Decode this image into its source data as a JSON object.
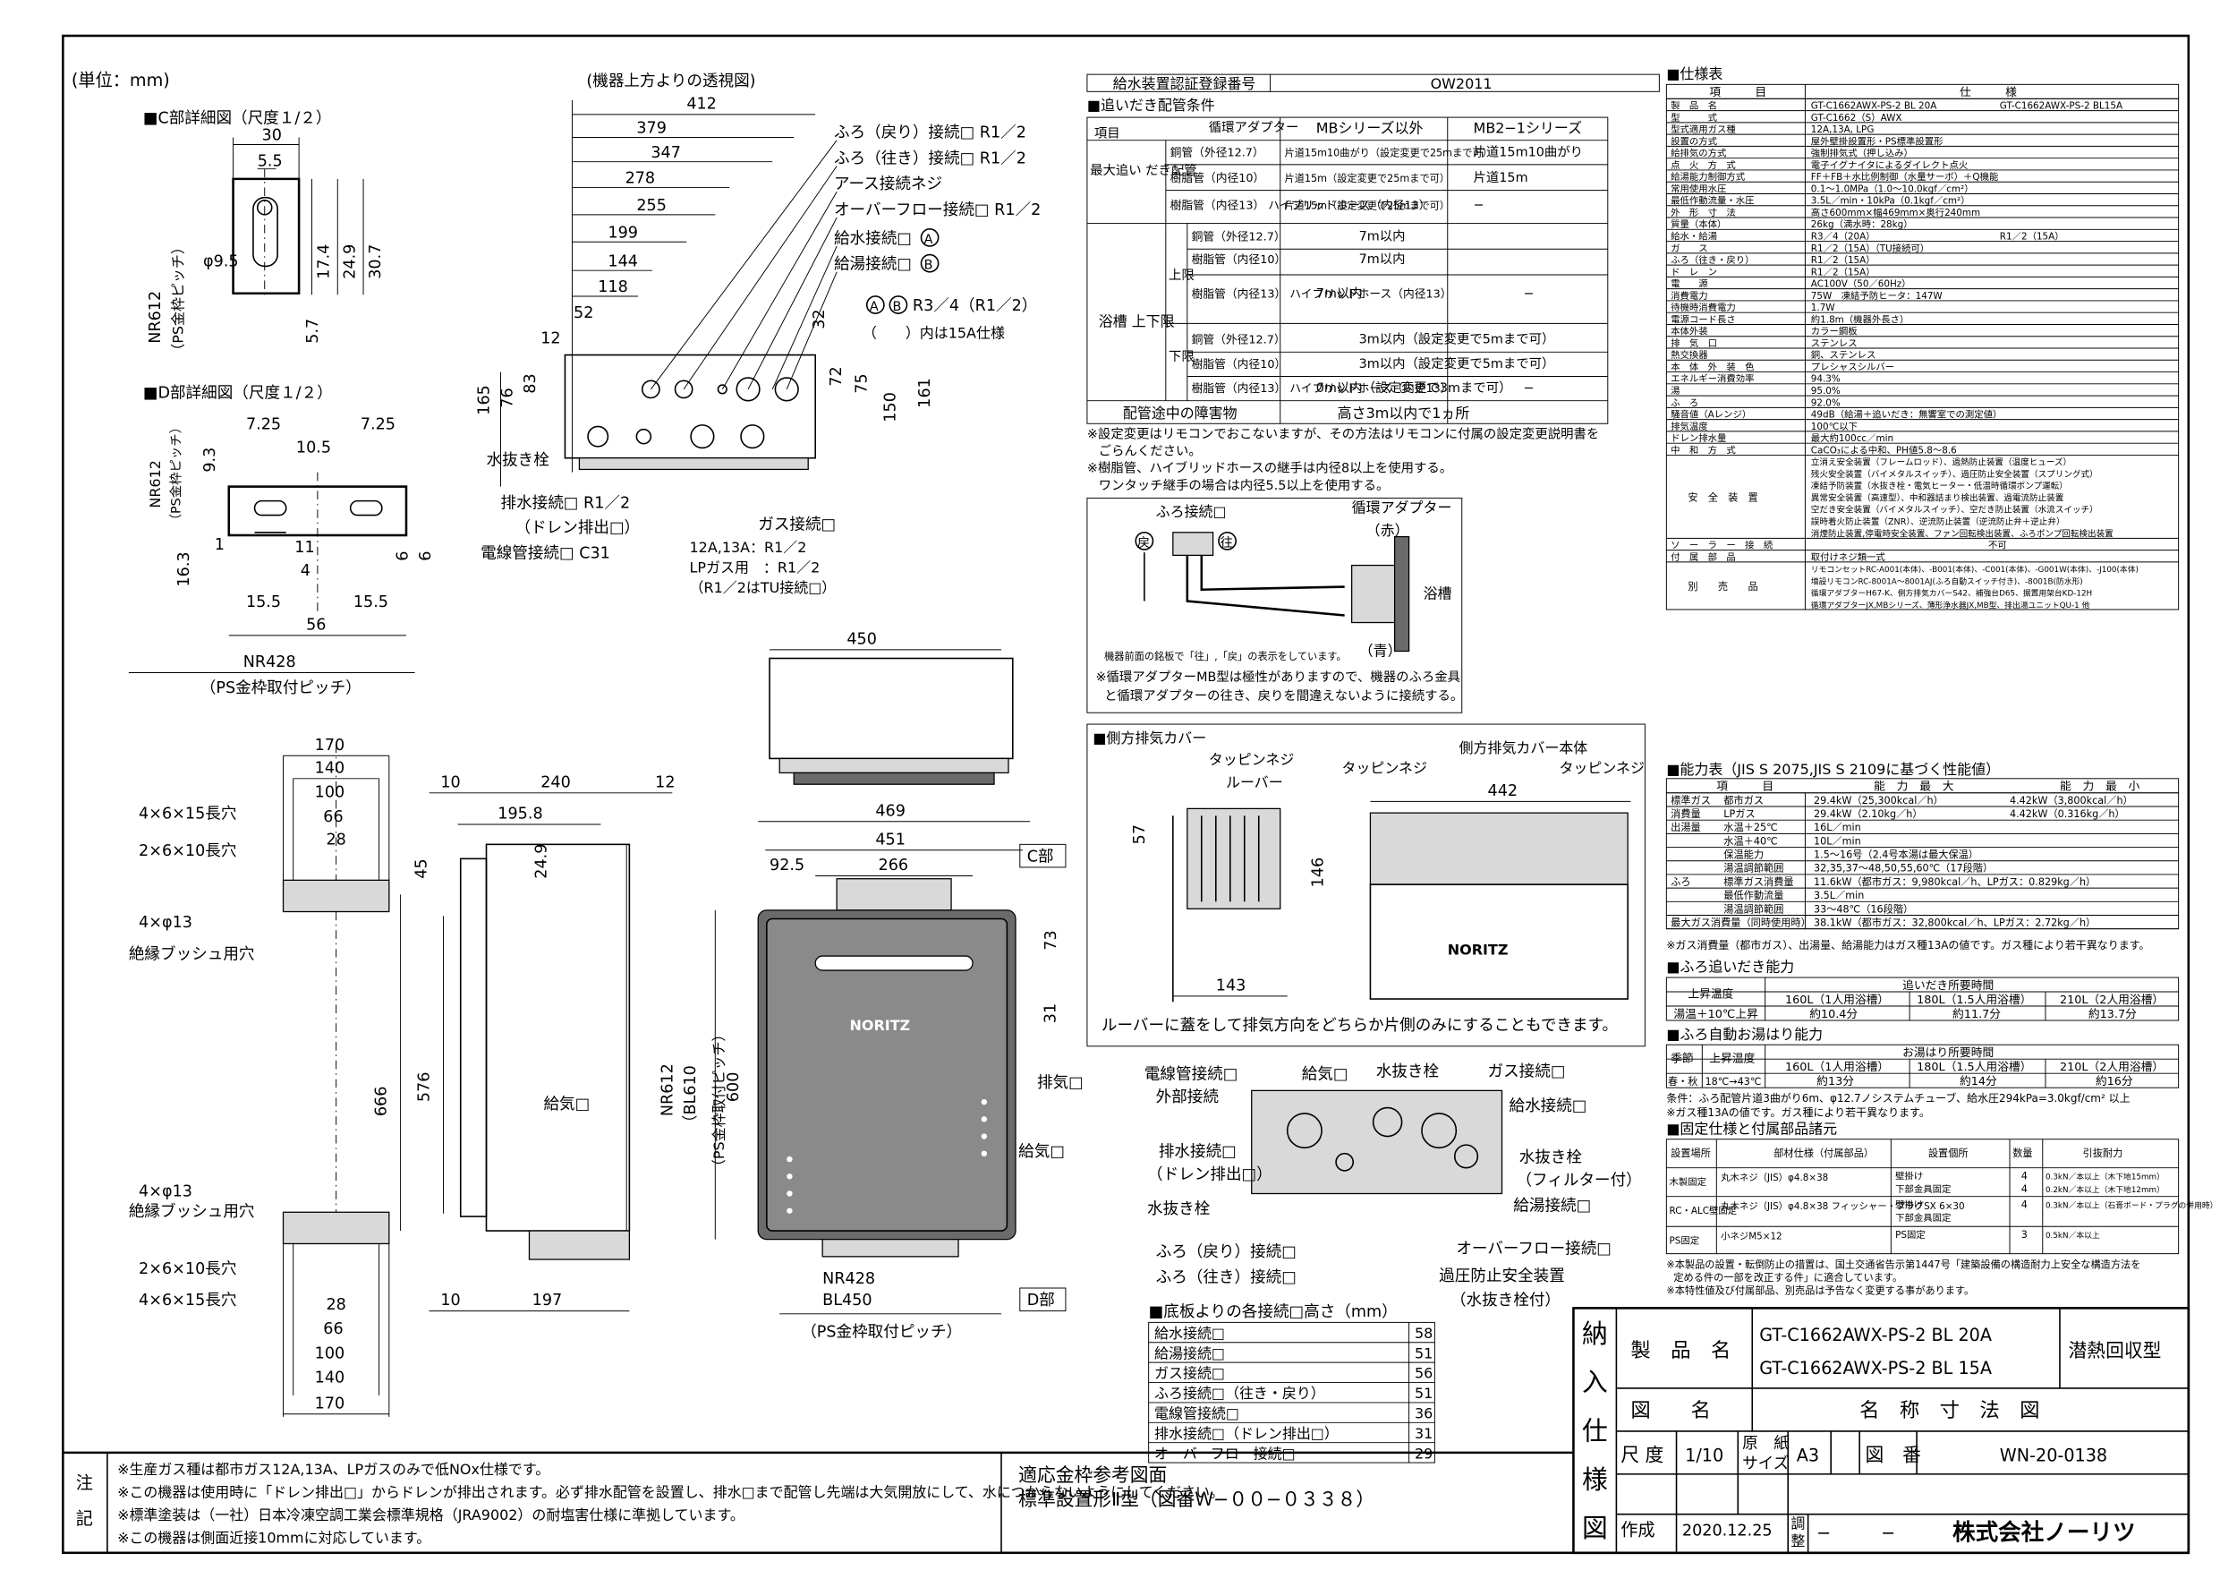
{
  "header": {
    "unit": "(単位：mm)",
    "top_view": "(機器上方よりの透視図)"
  },
  "c_detail": {
    "title": "■C部詳細図（尺度１/２）",
    "d30": "30",
    "d5_5": "5.5",
    "phi": "φ9.5",
    "d17_4": "17.4",
    "d24_9": "24.9",
    "d30_7": "30.7",
    "d5_7": "5.7",
    "nr612": "NR612",
    "ps": "（PS金枠ピッチ）"
  },
  "d_detail": {
    "title": "■D部詳細図（尺度１/２）",
    "d7_25a": "7.25",
    "d7_25b": "7.25",
    "d10_5": "10.5",
    "d9_3": "9.3",
    "d16_3": "16.3",
    "d1": "1",
    "d11": "11",
    "d4": "4",
    "d6a": "6",
    "d6b": "6",
    "d15_5a": "15.5",
    "d15_5b": "15.5",
    "d56": "56",
    "nr428": "NR428",
    "ps": "（PS金枠取付ピッチ）",
    "nr612": "NR612",
    "ps2": "（PS金枠ピッチ）"
  },
  "top": {
    "d412": "412",
    "d379": "379",
    "d347": "347",
    "d278": "278",
    "d255": "255",
    "d199": "199",
    "d144": "144",
    "d118": "118",
    "d52": "52",
    "d12": "12",
    "d165": "165",
    "d76": "76",
    "d83": "83",
    "d32": "32",
    "d72": "72",
    "d75": "75",
    "d150": "150",
    "d161": "161",
    "l_furo_ret": "ふろ（戻り）接続□ R1／2",
    "l_furo_go": "ふろ（往き）接続□ R1／2",
    "l_earth": "アース接続ネジ",
    "l_overflow": "オーバーフロー接続□ R1／2",
    "l_water": "給水接続□",
    "l_hot": "給湯接続□",
    "cA": "A",
    "cB": "B",
    "l_r34": "R3／4（R1／2）",
    "l_15a": "（　　）内は15A仕様",
    "l_drainplug": "水抜き栓",
    "l_drain": "排水接続□ R1／2",
    "l_drain2": "（ドレン排出□）",
    "l_cable": "電線管接続□ C31",
    "l_gas": "ガス接続□",
    "l_gas1": "12A,13A：R1／2",
    "l_gas2": "LPガス用　：R1／2",
    "l_gas3": "（R1／2はTU接続□）"
  },
  "bracket": {
    "d170": "170",
    "d140": "140",
    "d100": "100",
    "d66": "66",
    "d28": "28",
    "l_4x6x15": "4×6×15長穴",
    "l_2x6x10": "2×6×10長穴",
    "l_4x13": "4×φ13",
    "l_bush": "絶縁ブッシュ用穴",
    "l_4x13b": "4×φ13",
    "l_bushb": "絶縁ブッシュ用穴",
    "l_2x6x10b": "2×6×10長穴",
    "l_4x6x15b": "4×6×15長穴",
    "d28b": "28",
    "d66b": "66",
    "d100b": "100",
    "d140b": "140",
    "d170b": "170"
  },
  "side": {
    "d10": "10",
    "d240": "240",
    "d12": "12",
    "d195_8": "195.8",
    "d45": "45",
    "d24_9": "24.9",
    "d666": "666",
    "d576": "576",
    "l_intake": "給気□",
    "d10b": "10",
    "d197": "197"
  },
  "front": {
    "d450": "450",
    "d469": "469",
    "d451": "451",
    "d92_5": "92.5",
    "d266": "266",
    "d73": "73",
    "d31": "31",
    "d600": "600",
    "nr612": "NR612",
    "bl610": "（BL610",
    "ps": "（PS金枠取付ピッチ）",
    "lbl_c": "C部",
    "lbl_d": "D部",
    "l_exhaust": "排気□",
    "l_intake": "給気□",
    "nr428": "NR428",
    "bl450": "BL450",
    "ps2": "（PS金枠取付ピッチ）",
    "logo": "NORITZ"
  },
  "cert": {
    "label": "給水装置認証登録番号",
    "value": "OW2011"
  },
  "oidaki": {
    "title": "■追いだき配管条件",
    "adapter": "循環アダプター",
    "col1": "MBシリーズ以外",
    "col2": "MB2−1シリーズ",
    "item": "項目",
    "max_label": "最大追い だき配管",
    "rows": [
      {
        "pipe": "銅管（外径12.7）",
        "a": "片道15m10曲がり（設定変更で25mまで可）",
        "b": "片道15m10曲がり"
      },
      {
        "pipe": "樹脂管（内径10）",
        "a": "片道15m（設定変更で25mまで可）",
        "b": "片道15m"
      },
      {
        "pipe": "樹脂管（内径13） ハイブリッドホース（内径13）",
        "a": "片道15m（設定変更で25mまで可）",
        "b": "−"
      }
    ],
    "tank_label": "浴槽 上下限",
    "up": "上限",
    "down": "下限",
    "up_rows": [
      {
        "pipe": "銅管（外径12.7）",
        "v": "7m以内"
      },
      {
        "pipe": "樹脂管（内径10）",
        "v": "7m以内"
      },
      {
        "pipe": "樹脂管（内径13） ハイブリッドホース（内径13）",
        "a": "7m以内",
        "b": "−"
      }
    ],
    "down_rows": [
      {
        "pipe": "銅管（外径12.7）",
        "v": "3m以内（設定変更で5mまで可）"
      },
      {
        "pipe": "樹脂管（内径10）",
        "v": "3m以内（設定変更で5mまで可）"
      },
      {
        "pipe": "樹脂管（内径13） ハイブリッドホース（内径13）",
        "a": "0m以内（設定変更で3mまで可）",
        "b": "−"
      }
    ],
    "obstacle": "配管途中の障害物",
    "obstacle_v": "高さ3m以内で1ヵ所",
    "note1": "※設定変更はリモコンでおこないますが、その方法はリモコンに付属の設定変更説明書を",
    "note1b": "ごらんください。",
    "note2": "※樹脂管、ハイブリッドホースの継手は内径8以上を使用する。",
    "note3": "ワンタッチ継手の場合は内径5.5以上を使用する。"
  },
  "adapter": {
    "l_furo": "ふろ接続□",
    "l_adapter": "循環アダプター",
    "l_red": "（赤）",
    "l_ret": "戻",
    "l_go": "往",
    "l_tank": "浴槽",
    "l_blue": "（青）",
    "l_note": "機器前面の銘板で「往」,「戻」の表示をしています。",
    "note1": "※循環アダプターMB型は極性がありますので、機器のふろ金具",
    "note2": "と循環アダプターの往き、戻りを間違えないように接続する。"
  },
  "cover": {
    "title": "■側方排気カバー",
    "l_tap1": "タッピンネジ",
    "l_louver": "ルーバー",
    "l_tap2": "タッピンネジ",
    "l_body": "側方排気カバー本体",
    "l_tap3": "タッピンネジ",
    "d442": "442",
    "d57": "57",
    "d146": "146",
    "d143": "143",
    "note": "ルーバーに蓋をして排気方向をどちらか片側のみにすることもできます。",
    "logo": "NORITZ"
  },
  "bottom": {
    "l_cable": "電線管接続□",
    "l_outer": "外部接続",
    "l_intake": "給気□",
    "l_drainplug": "水抜き栓",
    "l_gas": "ガス接続□",
    "l_water": "給水接続□",
    "l_drain": "排水接続□",
    "l_drain2": "（ドレン排出□）",
    "l_drainplug2": "水抜き栓",
    "l_drainplug3": "水抜き栓",
    "l_filter": "（フィルター付）",
    "l_hot": "給湯接続□",
    "l_furo_ret": "ふろ（戻り）接続□",
    "l_furo_go": "ふろ（往き）接続□",
    "l_overflow": "オーバーフロー接続□",
    "l_valve": "過圧防止安全装置",
    "l_valve2": "（水抜き栓付）"
  },
  "heights": {
    "title": "■底板よりの各接続□高さ（mm）",
    "rows": [
      {
        "k": "給水接続□",
        "v": "58"
      },
      {
        "k": "給湯接続□",
        "v": "51"
      },
      {
        "k": "ガス接続□",
        "v": "56"
      },
      {
        "k": "ふろ接続□（往き・戻り）",
        "v": "51"
      },
      {
        "k": "電線管接続□",
        "v": "36"
      },
      {
        "k": "排水接続□（ドレン排出□）",
        "v": "31"
      },
      {
        "k": "オーバーフロー接続□",
        "v": "29"
      }
    ]
  },
  "spec": {
    "title": "■仕様表",
    "h_item": "項　　　目",
    "h_spec": "仕　　　様",
    "rows": [
      [
        "製　品　名",
        "GT-C1662AWX-PS-2 BL 20A",
        "GT-C1662AWX-PS-2 BL15A"
      ],
      [
        "型　　　式",
        "GT-C1662（S）AWX",
        ""
      ],
      [
        "型式適用ガス種",
        "12A,13A, LPG",
        ""
      ],
      [
        "設置の方式",
        "屋外壁掛設置形・PS標準設置形",
        ""
      ],
      [
        "給排気の方式",
        "強制排気式（押し込み）",
        ""
      ],
      [
        "点　火　方　式",
        "電子イグナイタによるダイレクト点火",
        ""
      ],
      [
        "給湯能力制御方式",
        "FF＋FB＋水比例制御（水量サーボ）＋Q機能",
        ""
      ],
      [
        "常用使用水圧",
        "0.1〜1.0MPa（1.0〜10.0kgf／cm²）",
        ""
      ],
      [
        "最低作動流量・水圧",
        "3.5L／min・10kPa（0.1kgf／cm²）",
        ""
      ],
      [
        "外　形　寸　法",
        "高さ600mm×幅469mm×奥行240mm",
        ""
      ],
      [
        "質量（本体）",
        "26kg（満水時：28kg）",
        ""
      ],
      [
        "給水・給湯",
        "R3／4（20A）",
        "R1／2（15A）"
      ],
      [
        "ガ　　ス",
        "R1／2（15A）（TU接続可）",
        ""
      ],
      [
        "ふろ（往き・戻り）",
        "R1／2（15A）",
        ""
      ],
      [
        "ド　レ　ン",
        "R1／2（15A）",
        ""
      ],
      [
        "電　　源",
        "AC100V（50／60Hz）",
        ""
      ],
      [
        "消費電力",
        "75W　凍結予防ヒータ：147W",
        ""
      ],
      [
        "待機時消費電力",
        "1.7W",
        ""
      ],
      [
        "電源コード長さ",
        "約1.8m（機器外長さ）",
        ""
      ],
      [
        "本体外装",
        "カラー鋼板",
        ""
      ],
      [
        "排　気　口",
        "ステンレス",
        ""
      ],
      [
        "熱交換器",
        "銅、ステンレス",
        ""
      ],
      [
        "本　体　外　装　色",
        "プレシャスシルバー",
        ""
      ],
      [
        "エネルギー消費効率",
        "94.3%",
        ""
      ],
      [
        "湯",
        "95.0%",
        ""
      ],
      [
        "ふ　ろ",
        "92.0%",
        ""
      ],
      [
        "騒音値（Aレンジ）",
        "49dB（給湯＋追いだき：無響室での測定値）",
        ""
      ],
      [
        "排気温度",
        "100℃以下",
        ""
      ],
      [
        "ドレン排水量",
        "最大約100cc／min",
        ""
      ],
      [
        "中　和　方　式",
        "CaCO₃による中和、PH値5.8〜8.6",
        ""
      ]
    ],
    "safety_label": "安　全　装　置",
    "safety": [
      "立消え安全装置（フレームロッド）、過熱防止装置（温度ヒューズ）",
      "残火安全装置（バイメタルスイッチ）、過圧防止安全装置（スプリング式）",
      "凍結予防装置（水抜き栓・電気ヒーター・低温時循環ポンプ運転）",
      "異常安全装置（高速型）、中和器詰まり検出装置、過電流防止装置",
      "空だき安全装置（バイメタルスイッチ）、空だき防止装置（水流スイッチ）",
      "誤時着火防止装置（ZNR）、逆流防止装置（逆流防止弁＋逆止弁）",
      "消煙防止装置,停電時安全装置、ファン回転検出装置、ふろポンプ回転検出装置"
    ],
    "solar": "ソ　ー　ラ　ー　接　続",
    "solar_v": "不可",
    "parts": "付　属　部　品",
    "parts_v": "取付けネジ類一式",
    "sold_label": "別　　売　　品",
    "sold": [
      "リモコンセットRC-A001(本体)、-B001(本体)、-C001(本体)、-G001W(本体)、-J100(本体)",
      "増設リモコンRC-8001A〜8001AJ(ふろ自動スイッチ付き)、-8001B(防水形)",
      "循環アダプターH67-K、側方排気カバーS42、補強台D65、据置用架台KD-12H",
      "循環アダプターJX,MBシリーズ、薄形浄水器JX,MB型、排出湯ユニットQU-1 他"
    ]
  },
  "capacity": {
    "title": "■能力表（JIS S 2075,JIS S 2109に基づく性能値）",
    "h_item": "項　　　目",
    "h_max": "能　力　最　大",
    "h_min": "能　力　最　小",
    "rows": [
      [
        "標準ガス",
        "都市ガス",
        "29.4kW（25,300kcal／h）",
        "4.42kW（3,800kcal／h）"
      ],
      [
        "消費量",
        "LPガス",
        "29.4kW（2.10kg／h）",
        "4.42kW（0.316kg／h）"
      ],
      [
        "出湯量",
        "水温＋25℃",
        "16L／min",
        ""
      ],
      [
        "",
        "水温＋40℃",
        "10L／min",
        ""
      ],
      [
        "",
        "保温能力",
        "1.5〜16号（2.4号本湯は最大保温）",
        ""
      ],
      [
        "",
        "湯温調節範囲",
        "32,35,37〜48,50,55,60℃（17段階）",
        ""
      ],
      [
        "ふろ",
        "標準ガス消費量",
        "11.6kW（都市ガス：9,980kcal／h、LPガス：0.829kg／h）",
        ""
      ],
      [
        "",
        "最低作動流量",
        "3.5L／min",
        ""
      ],
      [
        "",
        "湯温調節範囲",
        "33〜48℃（16段階）",
        ""
      ],
      [
        "最大ガス消費量（同時使用時）",
        "",
        "38.1kW（都市ガス：32,800kcal／h、LPガス：2.72kg／h）",
        ""
      ]
    ],
    "note": "※ガス消費量（都市ガス）、出湯量、給湯能力はガス種13Aの値です。ガス種により若干異なります。"
  },
  "oidaki_cap": {
    "title": "■ふろ追いだき能力",
    "h1": "上昇温度",
    "h2": "追いだき所要時間",
    "c1": "160L（1人用浴槽）",
    "c2": "180L（1.5人用浴槽）",
    "c3": "210L（2人用浴槽）",
    "r1": "湯温＋10℃上昇",
    "v1": "約10.4分",
    "v2": "約11.7分",
    "v3": "約13.7分"
  },
  "auto_fill": {
    "title": "■ふろ自動お湯はり能力",
    "season": "季節",
    "h1": "上昇温度",
    "h2": "お湯はり所要時間",
    "c1": "160L（1人用浴槽）",
    "c2": "180L（1.5人用浴槽）",
    "c3": "210L（2人用浴槽）",
    "r1a": "春・秋",
    "r1b": "18℃→43℃",
    "v1": "約13分",
    "v2": "約14分",
    "v3": "約16分",
    "note1": "条件：ふろ配管片道3曲がり6m、φ12.7ノシステムチューブ、給水圧294kPa=3.0kgf/cm² 以上",
    "note2": "※ガス種13Aの値です。ガス種により若干異なります。"
  },
  "fixing": {
    "title": "■固定仕様と付属部品諸元",
    "h1": "設置場所",
    "h2": "部材仕様（付属部品）",
    "h3": "設置個所",
    "h4": "数量",
    "h5": "引抜耐力",
    "rows": [
      {
        "place": "木製固定",
        "mat": "丸木ネジ（JIS）φ4.8×38",
        "pos1": "壁掛け",
        "pos2": "下部金具固定",
        "n1": "4",
        "n2": "4",
        "f1": "0.3kN／本以上（木下地15mm）",
        "f2": "0.2kN／本以上（木下地12mm）"
      },
      {
        "place": "RC・ALC壁固定",
        "mat": "丸木ネジ（JIS）φ4.8×38 フィッシャー・プラグSX 6×30",
        "pos1": "壁掛け",
        "pos2": "下部金具固定",
        "n1": "4",
        "n2": "",
        "f1": "0.3kN／本以上（石膏ボード・プラグの併用時）",
        "f2": ""
      },
      {
        "place": "PS固定",
        "mat": "小ネジM5×12",
        "pos1": "PS固定",
        "pos2": "",
        "n1": "3",
        "n2": "",
        "f1": "0.5kN／本以上",
        "f2": ""
      }
    ],
    "note1": "※本製品の設置・転倒防止の措置は、国土交通省告示第1447号「建築設備の構造耐力上安全な構造方法を",
    "note1b": "定める件の一部を改正する件」に適合しています。",
    "note2": "※本特性値及び付属部品、別売品は予告なく変更する事があります。"
  },
  "notes": {
    "label1": "注",
    "label2": "記",
    "lines": [
      "※生産ガス種は都市ガス12A,13A、LPガスのみで低NOx仕様です。",
      "※この機器は使用時に「ドレン排出□」からドレンが排出されます。必ず排水配管を設置し、排水□まで配管し先端は大気開放にして、水につからないようにしてください。",
      "※標準塗装は（一社）日本冷凍空調工業会標準規格（JRA9002）の耐塩害仕様に準拠しています。",
      "※この機器は側面近接10mmに対応しています。"
    ]
  },
  "ref": {
    "line1": "適応金枠参考図面",
    "line2": "標準設置形Ⅱ型（図番Ｗ−００−０３３８）"
  },
  "title_block": {
    "v1": "納",
    "v2": "入",
    "v3": "仕",
    "v4": "様",
    "v5": "図",
    "product_label": "製　品　名",
    "product1": "GT-C1662AWX-PS-2 BL 20A",
    "product2": "GT-C1662AWX-PS-2 BL 15A",
    "type": "潜熱回収型",
    "drawing_label": "図　　名",
    "drawing": "名　称　寸　法　図",
    "scale_label": "尺 度",
    "scale": "1/10",
    "paper_label1": "原　紙",
    "paper_label2": "サイズ",
    "paper": "A3",
    "dwg_no_label": "図　番",
    "dwg_no": "WN-20-0138",
    "made_label": "作成",
    "date": "2020.12.25",
    "check_label1": "調",
    "check_label2": "整",
    "check": "−",
    "check2": "−",
    "company": "株式会社ノーリツ"
  }
}
